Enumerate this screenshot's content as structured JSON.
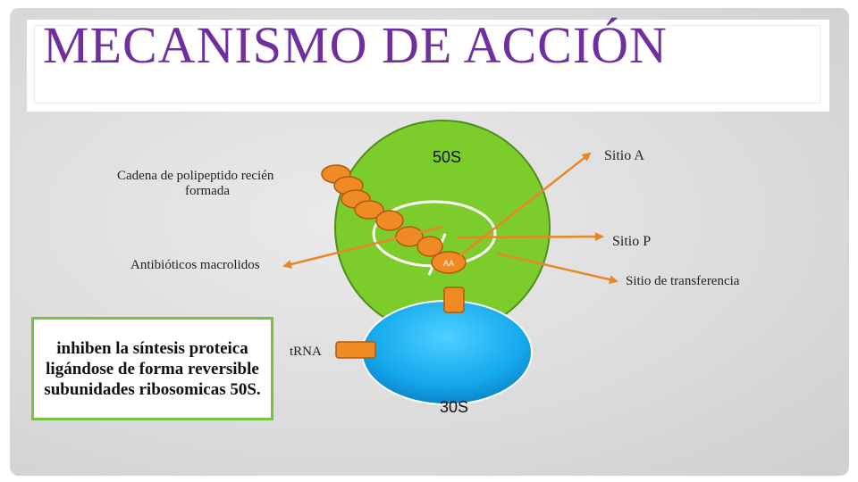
{
  "slide": {
    "title": "MECANISMO DE ACCIÓN"
  },
  "diagram": {
    "subunit_large": "50S",
    "subunit_small": "30S",
    "aa_label": "AA",
    "labels": {
      "polypeptide_line1": "Cadena de polipeptido recién",
      "polypeptide_line2": "formada",
      "macrolides": "Antibióticos macrolidos",
      "trna": "tRNA",
      "site_a": "Sitio A",
      "site_p": "Sitio P",
      "site_transfer": "Sitio de transferencia"
    },
    "callout": "inhiben la síntesis proteica ligándose de forma reversible subunidades ribosomicas 50S."
  },
  "colors": {
    "title": "#6f2f9f",
    "subunit_large_fill": "#7ccc2b",
    "subunit_large_stroke": "#4f8f1a",
    "subunit_small_fill": "#1ab0f0",
    "chain_bead": "#f08a24",
    "arrow": "#e8862a",
    "callout_border": "#7ac142"
  }
}
